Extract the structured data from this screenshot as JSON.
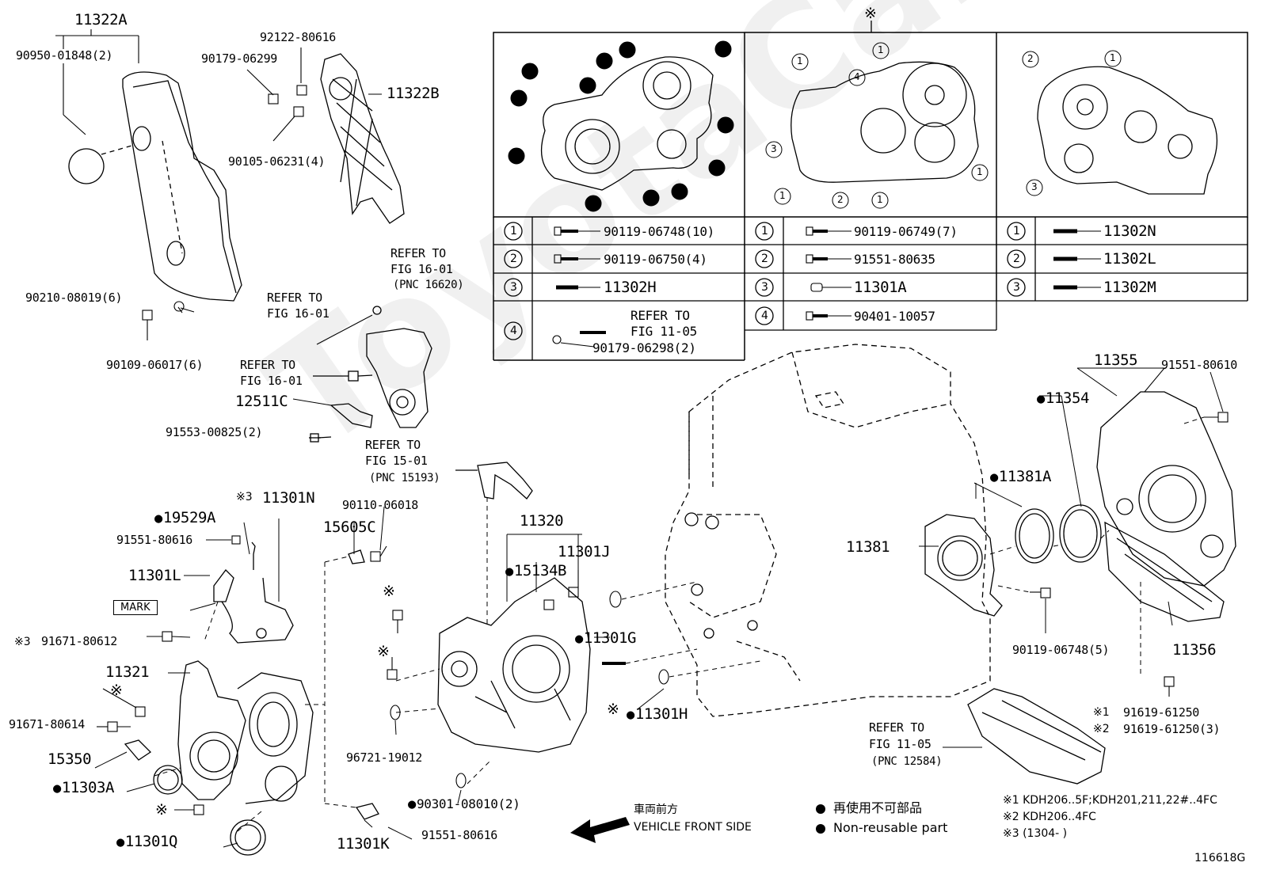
{
  "watermark": "ToyotaCarInfo",
  "figure_code": "116618G",
  "note_mark": "※",
  "table": {
    "col1": [
      {
        "num": "1",
        "part": "90119-06748(10)"
      },
      {
        "num": "2",
        "part": "90119-06750(4)"
      },
      {
        "num": "3",
        "part": "11302H"
      },
      {
        "num": "4",
        "refer_line1": "REFER TO",
        "refer_line2": "FIG 11-05",
        "part": "90179-06298(2)"
      }
    ],
    "col2": [
      {
        "num": "1",
        "part": "90119-06749(7)"
      },
      {
        "num": "2",
        "part": "91551-80635"
      },
      {
        "num": "3",
        "part": "11301A"
      },
      {
        "num": "4",
        "part": "90401-10057"
      }
    ],
    "col3": [
      {
        "num": "1",
        "part": "11302N"
      },
      {
        "num": "2",
        "part": "11302L"
      },
      {
        "num": "3",
        "part": "11302M"
      }
    ]
  },
  "labels": {
    "p11322A": "11322A",
    "p90950": "90950-01848(2)",
    "p92122": "92122-80616",
    "p90179_299": "90179-06299",
    "p11322B": "11322B",
    "p90105": "90105-06231(4)",
    "p90210": "90210-08019(6)",
    "p90109": "90109-06017(6)",
    "refer_a1": "REFER TO",
    "refer_a2": "FIG 16-01",
    "refer_a3": "(PNC 16620)",
    "refer_b1": "REFER TO",
    "refer_b2": "FIG 16-01",
    "refer_c1": "REFER TO",
    "refer_c2": "FIG 16-01",
    "p12511C": "12511C",
    "p91553": "91553-00825(2)",
    "refer_d1": "REFER TO",
    "refer_d2": "FIG 15-01",
    "refer_d3": "(PNC 15193)",
    "p11301N": "11301N",
    "p11301N_prefix": "※3",
    "p19529A": "19529A",
    "p91551_616a": "91551-80616",
    "p11301L": "11301L",
    "mark": "MARK",
    "p91671_612": "91671-80612",
    "p91671_612_prefix": "※3",
    "p11321": "11321",
    "p91671_614": "91671-80614",
    "p15350": "15350",
    "p11303A": "11303A",
    "p11301Q": "11301Q",
    "p90110": "90110-06018",
    "p15605C": "15605C",
    "p11320": "11320",
    "p11301J": "11301J",
    "p15134B": "15134B",
    "p96721": "96721-19012",
    "p11301G": "11301G",
    "p11301H": "11301H",
    "p90301": "90301-08010(2)",
    "p11301K": "11301K",
    "p91551_616b": "91551-80616",
    "p11381": "11381",
    "p11381A": "11381A",
    "p11354": "11354",
    "p11355": "11355",
    "p91551_610": "91551-80610",
    "p90119_748_5": "90119-06748(5)",
    "p11356": "11356",
    "p91619_1": "91619-61250",
    "p91619_1_prefix": "※1",
    "p91619_2": "91619-61250(3)",
    "p91619_2_prefix": "※2",
    "refer_e1": "REFER TO",
    "refer_e2": "FIG 11-05",
    "refer_e3": "(PNC 12584)"
  },
  "legend": {
    "front_jp": "車両前方",
    "front_en": "VEHICLE FRONT SIDE",
    "nonreuse_jp": "再使用不可部品",
    "nonreuse_en": "Non-reusable part",
    "note1": "※1 KDH206..5F;KDH201,211,22#..4FC",
    "note2": "※2 KDH206..4FC",
    "note3": "※3 (1304-     )"
  }
}
